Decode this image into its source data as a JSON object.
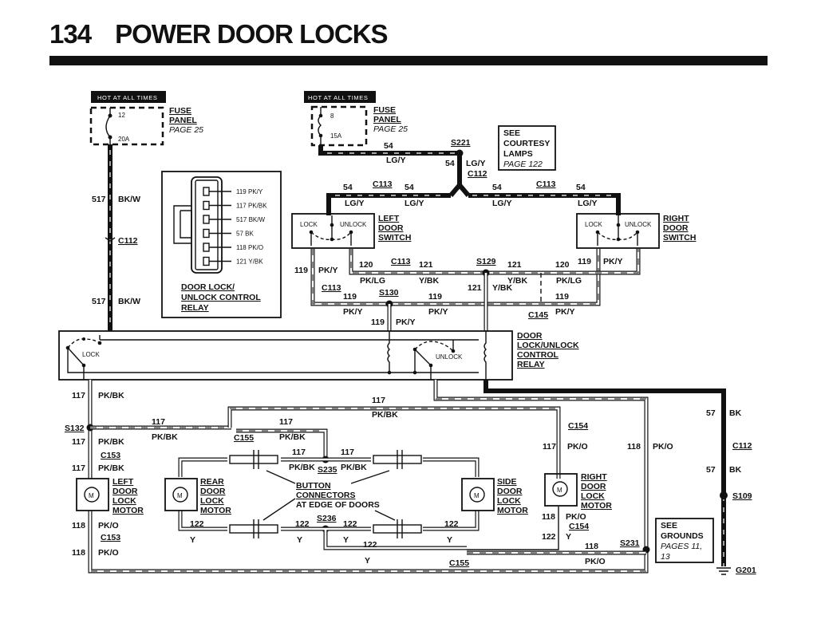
{
  "page": {
    "number": "134",
    "title": "POWER DOOR LOCKS"
  },
  "fuse_panels": [
    {
      "hot_label": "HOT AT ALL TIMES",
      "fuse_number": "12",
      "rating": "20A",
      "title_1": "FUSE",
      "title_2": "PANEL",
      "ref": "PAGE 25"
    },
    {
      "hot_label": "HOT AT ALL TIMES",
      "fuse_number": "8",
      "rating": "15A",
      "title_1": "FUSE",
      "title_2": "PANEL",
      "ref": "PAGE 25"
    }
  ],
  "see_boxes": {
    "courtesy": {
      "line1": "SEE",
      "line2": "COURTESY",
      "line3": "LAMPS",
      "ref": "PAGE 122"
    },
    "grounds": {
      "line1": "SEE",
      "line2": "GROUNDS",
      "ref1": "PAGES 11,",
      "ref2": "13"
    }
  },
  "relay_pinout": {
    "pins": [
      "119 PK/Y",
      "117 PK/BK",
      "517 BK/W",
      "57 BK",
      "118 PK/O",
      "121 Y/BK"
    ],
    "title_1": "DOOR LOCK/",
    "title_2": "UNLOCK CONTROL",
    "title_3": "RELAY"
  },
  "components": {
    "relay": {
      "title_1": "DOOR",
      "title_2": "LOCK/UNLOCK",
      "title_3": "CONTROL",
      "title_4": "RELAY",
      "lock": "LOCK",
      "unlock": "UNLOCK"
    },
    "left_switch": {
      "title_1": "LEFT",
      "title_2": "DOOR",
      "title_3": "SWITCH",
      "lock": "LOCK",
      "unlock": "UNLOCK"
    },
    "right_switch": {
      "title_1": "RIGHT",
      "title_2": "DOOR",
      "title_3": "SWITCH",
      "lock": "LOCK",
      "unlock": "UNLOCK"
    },
    "left_motor": {
      "title_1": "LEFT",
      "title_2": "DOOR",
      "title_3": "LOCK",
      "title_4": "MOTOR",
      "symbol": "M"
    },
    "rear_motor": {
      "title_1": "REAR",
      "title_2": "DOOR",
      "title_3": "LOCK",
      "title_4": "MOTOR",
      "symbol": "M"
    },
    "side_motor": {
      "title_1": "SIDE",
      "title_2": "DOOR",
      "title_3": "LOCK",
      "title_4": "MOTOR",
      "symbol": "M"
    },
    "right_motor": {
      "title_1": "RIGHT",
      "title_2": "DOOR",
      "title_3": "LOCK",
      "title_4": "MOTOR",
      "symbol": "M"
    },
    "button_connectors": {
      "line1": "BUTTON",
      "line2": "CONNECTORS",
      "line3": "AT EDGE OF DOORS"
    }
  },
  "wire_labels": {
    "w54_top_num": "54",
    "w54_top_color": "LG/Y",
    "w54_drop_num": "54",
    "w54_drop_color": "LG/Y",
    "w54_l1_num": "54",
    "w54_l1_color": "LG/Y",
    "w54_l2_num": "54",
    "w54_l2_color": "LG/Y",
    "w54_r1_num": "54",
    "w54_r1_color": "LG/Y",
    "w54_r2_num": "54",
    "w54_r2_color": "LG/Y",
    "w517_a_num": "517",
    "w517_a_color": "BK/W",
    "w517_b_num": "517",
    "w517_b_color": "BK/W",
    "w119_l_num": "119",
    "w119_l_color": "PK/Y",
    "w120_l_num": "120",
    "w120_l_color": "PK/LG",
    "w121_l_num": "121",
    "w121_l_color": "Y/BK",
    "w121_r_num": "121",
    "w121_r_color": "Y/BK",
    "w121_v_num": "121",
    "w121_v_color": "Y/BK",
    "w120_r_num": "120",
    "w120_r_color": "PK/LG",
    "w119_r_num": "119",
    "w119_r_color": "PK/Y",
    "w119_bl_num": "119",
    "w119_bl_color": "PK/Y",
    "w119_bm_num": "119",
    "w119_bm_color": "PK/Y",
    "w119_br_num": "119",
    "w119_br_color": "PK/Y",
    "w119_v_num": "119",
    "w119_v_color": "PK/Y",
    "w117_a_num": "117",
    "w117_a_color": "PK/BK",
    "w117_b_num": "117",
    "w117_b_color": "PK/BK",
    "w117_c_num": "117",
    "w117_c_color": "PK/BK",
    "w117_h1_num": "117",
    "w117_h1_color": "PK/BK",
    "w117_h2_num": "117",
    "w117_h2_color": "PK/BK",
    "w117_top_num": "117",
    "w117_top_color": "PK/BK",
    "w117_s1_num": "117",
    "w117_s1_color": "PK/BK",
    "w117_s2_num": "117",
    "w117_s2_color": "PK/BK",
    "w117_r_num": "117",
    "w117_r_color": "PK/O",
    "w118_r_num": "118",
    "w118_r_color": "PK/O",
    "w118_l1_num": "118",
    "w118_l1_color": "PK/O",
    "w118_l2_num": "118",
    "w118_l2_color": "PK/O",
    "w118_rm_num": "118",
    "w118_rm_color": "PK/O",
    "w118_b_num": "118",
    "w118_b_color": "PK/O",
    "w122_rear_num": "122",
    "w122_rear_color": "Y",
    "w122_a_num": "122",
    "w122_a_color": "Y",
    "w122_b_num": "122",
    "w122_b_color": "Y",
    "w122_c_num": "122",
    "w122_c_color": "Y",
    "w122_d_num": "122",
    "w122_d_color": "Y",
    "w122_rm_num": "122",
    "w122_rm_color": "Y",
    "w57_a_num": "57",
    "w57_a_color": "BK",
    "w57_b_num": "57",
    "w57_b_color": "BK"
  },
  "connectors": {
    "c112_left": "C112",
    "c112_top": "C112",
    "c112_right": "C112",
    "c113_a": "C113",
    "c113_b": "C113",
    "c113_c": "C113",
    "c113_d": "C113",
    "c145": "C145",
    "c153_a": "C153",
    "c153_b": "C153",
    "c154_a": "C154",
    "c154_b": "C154",
    "c155_a": "C155",
    "c155_b": "C155"
  },
  "splices": {
    "s221": "S221",
    "s129": "S129",
    "s130": "S130",
    "s132": "S132",
    "s235": "S235",
    "s236": "S236",
    "s231": "S231",
    "s109": "S109"
  },
  "grounds": {
    "g201": "G201"
  }
}
